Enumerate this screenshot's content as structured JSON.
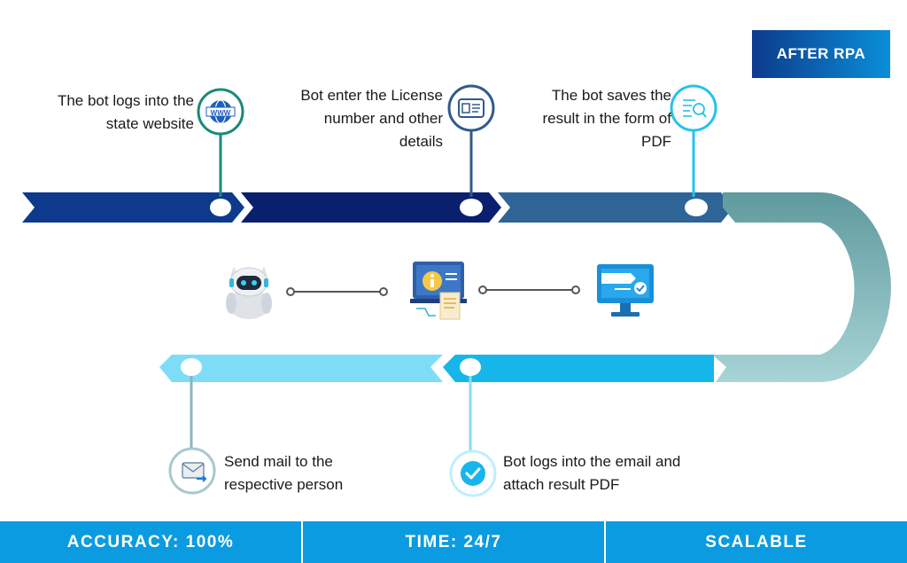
{
  "badge": "AFTER RPA",
  "steps": {
    "s1": [
      "The bot logs into the",
      "state website"
    ],
    "s2": [
      "Bot enter the License",
      "number and other",
      "details"
    ],
    "s3": [
      "The bot saves the",
      "result in the form of",
      "PDF"
    ],
    "s4": [
      "Bot logs into the email and",
      "attach result PDF"
    ],
    "s5": [
      "Send mail to the",
      "respective person"
    ]
  },
  "icons": {
    "s1": "www-globe-icon",
    "s2": "id-card-icon",
    "s3": "document-search-icon",
    "s4": "checkmark-icon",
    "s5": "email-send-icon",
    "middle": [
      "robot-icon",
      "info-monitor-icon",
      "computer-checked-icon"
    ]
  },
  "footer": [
    "ACCURACY: 100%",
    "TIME: 24/7",
    "SCALABLE"
  ],
  "colors": {
    "seg1": "#0d3a8c",
    "seg2": "#0a1f6e",
    "seg3": "#2f6496",
    "curve": "#5f9a9e",
    "seg5": "#16b6ea",
    "seg6": "#7fdcf6",
    "accent": "#0b9be0"
  }
}
